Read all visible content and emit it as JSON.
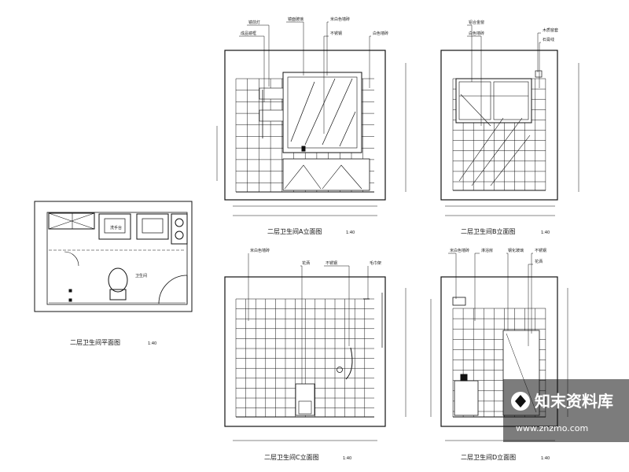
{
  "drawing": {
    "titles": {
      "plan": "二层卫生间平面图",
      "elev_a": "二层卫生间A立面图",
      "elev_b": "二层卫生间B立面图",
      "elev_c": "二层卫生间C立面图",
      "elev_d": "二层卫生间D立面图"
    },
    "scales": {
      "plan": "1:40",
      "elev_a": "1:40",
      "elev_b": "1:40",
      "elev_c": "1:40",
      "elev_d": "1:40"
    },
    "plan_labels": {
      "fixture": "洗手台",
      "room": "卫生间"
    },
    "callouts": {
      "elev_a": [
        "镜前灯",
        "成品镜框",
        "镜面玻璃",
        "米白色墙砖",
        "不锈钢",
        "白色墙砖"
      ],
      "elev_b": [
        "铝合金窗",
        "白色墙砖",
        "木质窗套",
        "石膏线"
      ],
      "elev_c": [
        "米白色墙砖",
        "花洒",
        "不锈钢",
        "毛巾架"
      ],
      "elev_d": [
        "米白色墙砖",
        "淋浴房",
        "钢化玻璃",
        "不锈钢",
        "花洒"
      ]
    }
  },
  "watermark": {
    "name": "知末资料库",
    "url": "www.znzmo.com"
  }
}
